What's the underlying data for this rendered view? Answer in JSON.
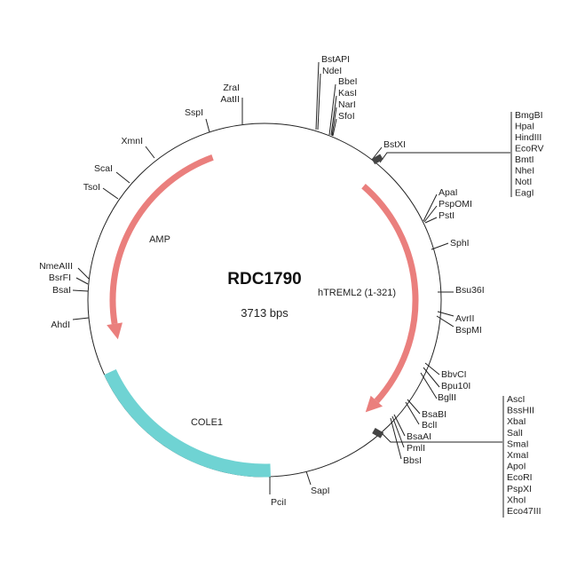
{
  "plasmid": {
    "name": "RDC1790",
    "size": "3713 bps"
  },
  "features": {
    "amp": {
      "label": "AMP",
      "color": "#e8716f"
    },
    "htreml2": {
      "label": "hTREML2 (1-321)",
      "color": "#e8716f"
    },
    "cole1": {
      "label": "COLE1",
      "color": "#6fd3d3"
    }
  },
  "sites": {
    "top_a": [
      "BstAPI",
      "NdeI"
    ],
    "top_b": [
      "BbeI",
      "KasI",
      "NarI",
      "SfoI"
    ],
    "bstxi": "BstXI",
    "mcs1": [
      "BmgBI",
      "HpaI",
      "HindIII",
      "EcoRV",
      "BmtI",
      "NheI",
      "NotI",
      "EagI"
    ],
    "right_a": [
      "ApaI",
      "PspOMI",
      "PstI"
    ],
    "sphi": "SphI",
    "bsu36i": "Bsu36I",
    "right_b": [
      "AvrII",
      "BspMI"
    ],
    "right_c": [
      "BbvCI",
      "Bpu10I",
      "BglII"
    ],
    "right_d": [
      "BsaBI",
      "BclI"
    ],
    "right_e": [
      "BsaAI",
      "PmlI",
      "BbsI"
    ],
    "mcs2": [
      "AscI",
      "BssHII",
      "XbaI",
      "SalI",
      "SmaI",
      "XmaI",
      "ApoI",
      "EcoRI",
      "PspXI",
      "XhoI",
      "Eco47III"
    ],
    "sapi": "SapI",
    "pcii": "PciI",
    "ahdi": "AhdI",
    "left_a": [
      "NmeAIII",
      "BsrFI",
      "BsaI"
    ],
    "tsoi": "TsoI",
    "scai": "ScaI",
    "xmni": "XmnI",
    "sspi": "SspI",
    "top_c": [
      "ZraI",
      "AatII"
    ]
  }
}
